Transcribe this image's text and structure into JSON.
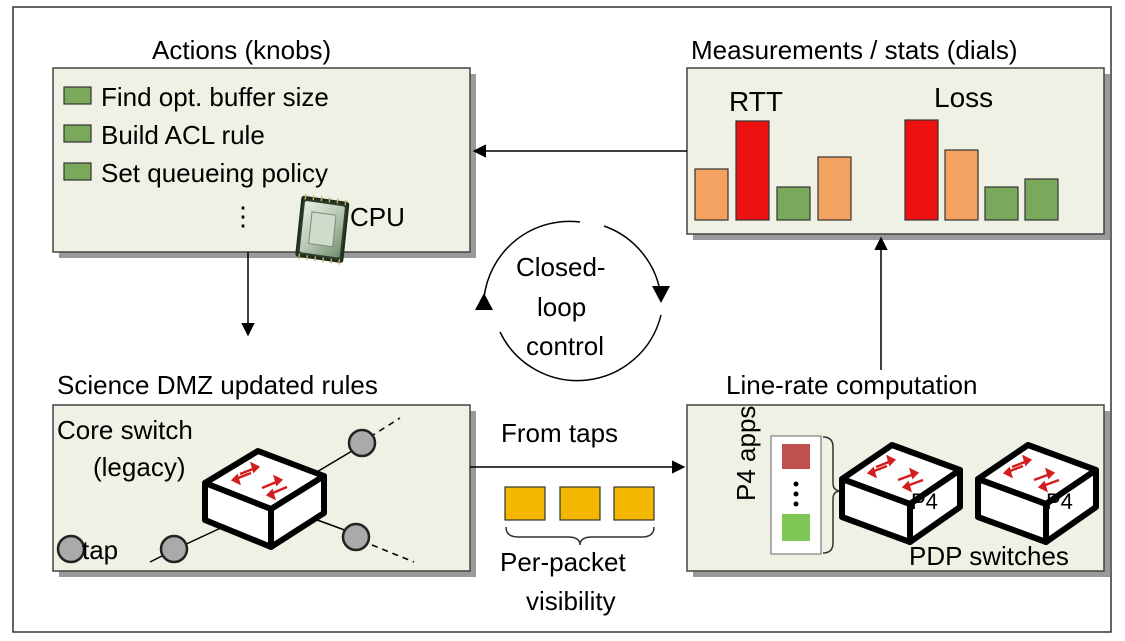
{
  "actions": {
    "title": "Actions (knobs)",
    "items": [
      "Find opt. buffer size",
      "Build ACL rule",
      "Set queueing policy"
    ],
    "ellipsis": "⋮",
    "cpu_label": "CPU"
  },
  "measurements": {
    "title": "Measurements / stats (dials)",
    "rtt_label": "RTT",
    "loss_label": "Loss"
  },
  "loop": {
    "line1": "Closed-",
    "line2": "loop",
    "line3": "control"
  },
  "dmz": {
    "title": "Science DMZ updated rules",
    "switch_line1": "Core switch",
    "switch_line2": "(legacy)",
    "tap_label": "tap"
  },
  "middle": {
    "from_taps": "From taps",
    "visibility_line1": "Per-packet",
    "visibility_line2": "visibility"
  },
  "linerate": {
    "title": "Line-rate computation",
    "p4_apps": "P4 apps",
    "p4_tag": "P4",
    "pdp_label": "PDP switches"
  },
  "colors": {
    "panel_bg": "#eef1e4",
    "green": "#7aa95c",
    "orange": "#f4a261",
    "red": "#ee1111",
    "packet": "#f5b800",
    "app_red": "#c0504d",
    "app_green": "#7dc854"
  }
}
